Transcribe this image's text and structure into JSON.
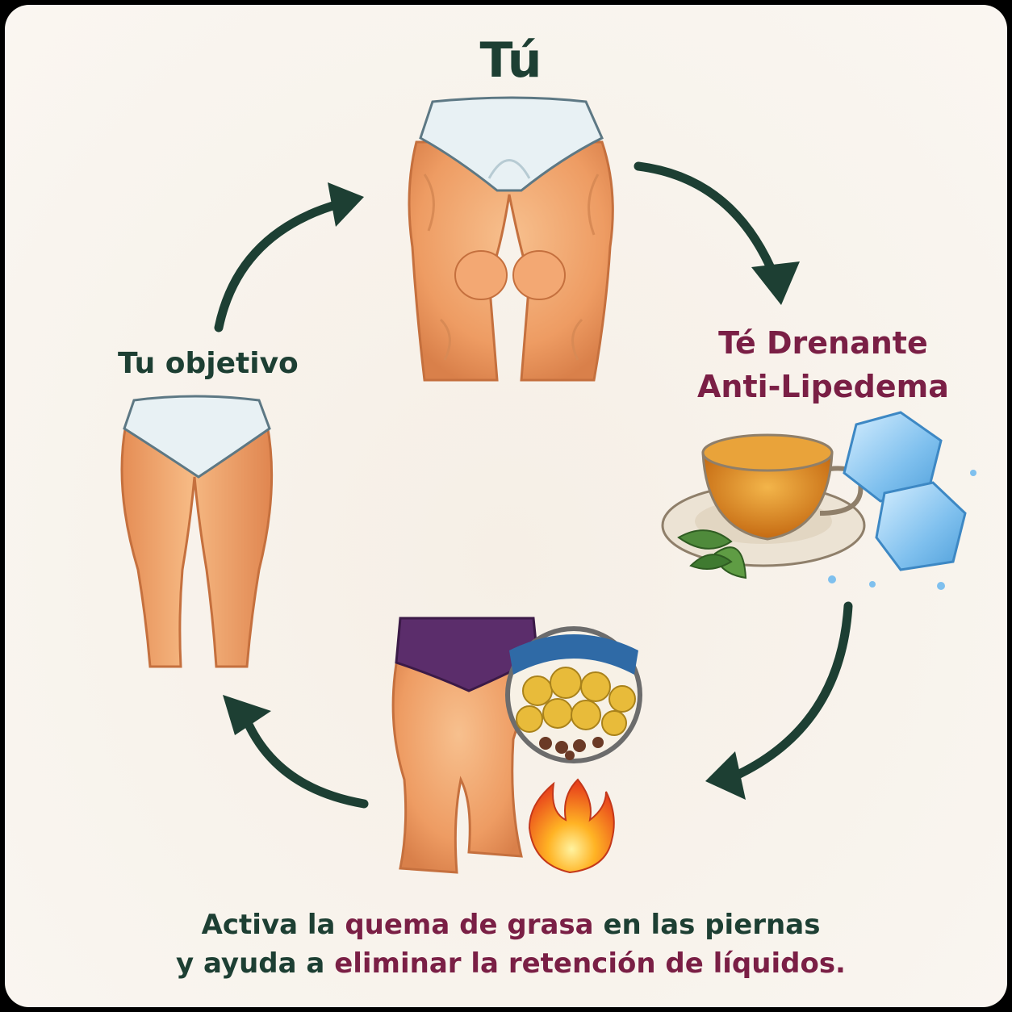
{
  "title": "Tú",
  "goal_label": "Tu objetivo",
  "tea_label": {
    "line1": "Té Drenante",
    "line2": "Anti-Lipedema"
  },
  "caption": {
    "line1": {
      "part1": "Activa la ",
      "highlight": "quema de grasa",
      "part2": " en las piernas"
    },
    "line2": {
      "part1": "y ayuda a ",
      "highlight": "eliminar la retención de líquidos."
    }
  },
  "colors": {
    "dark_green": "#1d3f33",
    "burgundy": "#7a1f45",
    "background": "#f8f3ec",
    "skin": "#f1a56e",
    "underwear_white": "#e8f1f4",
    "underwear_purple": "#5b2d6b",
    "tea": "#d7861e",
    "ice": "#8cc9f2"
  },
  "icons": [
    "cycle-arrow-icon",
    "tea-cup-icon",
    "ice-cube-icon",
    "leaf-icon",
    "flame-icon",
    "fat-cells-magnifier-icon"
  ]
}
